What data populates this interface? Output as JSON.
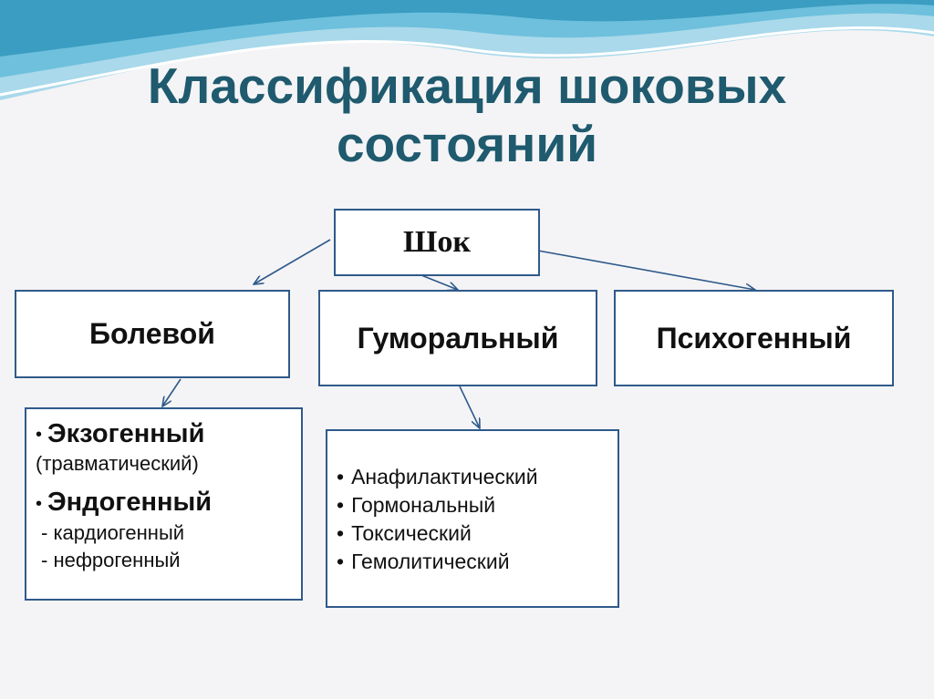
{
  "title": {
    "line1": "Классификация шоковых",
    "line2": "состояний"
  },
  "root": {
    "label": "Шок"
  },
  "categories": [
    {
      "label": "Болевой"
    },
    {
      "label": "Гуморальный"
    },
    {
      "label": "Психогенный"
    }
  ],
  "pain_details": {
    "bullet": "•",
    "exo": {
      "label": "Экзогенный",
      "note": "(травматический)"
    },
    "endo": {
      "label": "Эндогенный",
      "subs": [
        "- кардиогенный",
        "- нефрогенный"
      ]
    }
  },
  "humoral_details": {
    "bullet": "•",
    "items": [
      "Анафилактический",
      "Гормональный",
      "Токсический",
      "Гемолитический"
    ]
  },
  "colors": {
    "title": "#1f5a6e",
    "box_border": "#2f5a8a",
    "arrow": "#2f5a8a",
    "wave_dark": "#3a9dc1",
    "wave_light": "#9fd4e8"
  }
}
